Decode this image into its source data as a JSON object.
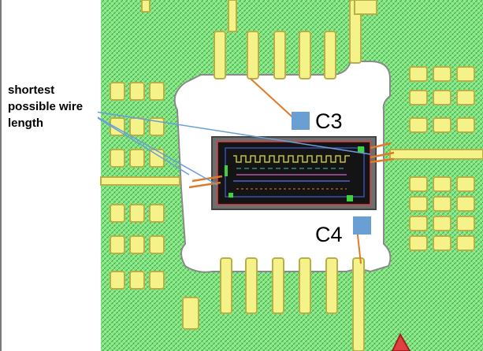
{
  "annotation": {
    "lines": [
      "shortest",
      "possible wire",
      "length"
    ]
  },
  "capacitors": [
    {
      "label": "C3",
      "color": "#6a9fd4"
    },
    {
      "label": "C4",
      "color": "#6a9fd4"
    }
  ],
  "colors": {
    "board_green": "#7fe07f",
    "board_green_dark": "#3fb83f",
    "pad_yellow": "#f5f28a",
    "pad_yellow_edge": "#b8b046",
    "cavity_white": "#ffffff",
    "cavity_edge": "#8a8a8a",
    "chip_body": "#1a1a1a",
    "chip_edge": "#d94040",
    "wire_orange": "#e07a2a",
    "pointer_blue": "#6a9fd4"
  }
}
